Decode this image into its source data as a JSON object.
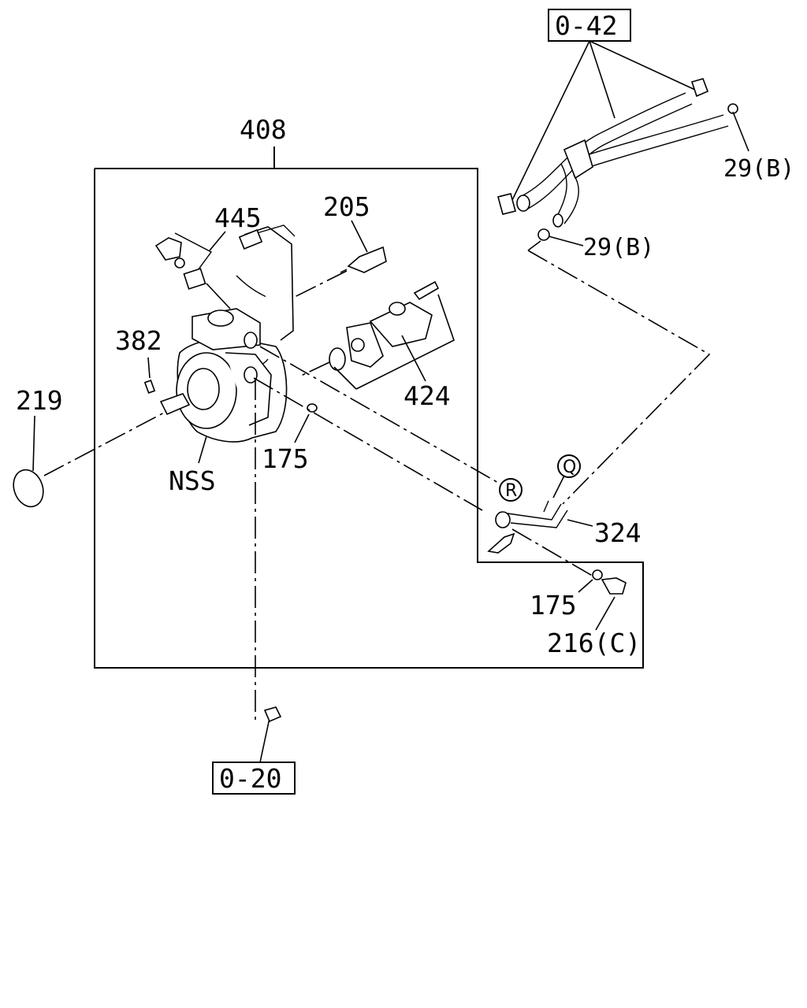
{
  "labels": {
    "ref_top": "0-42",
    "ref_bottom": "0-20",
    "assembly": "408",
    "p445": "445",
    "p205": "205",
    "p382": "382",
    "p219": "219",
    "p424": "424",
    "p175_a": "175",
    "nss": "NSS",
    "p29b_a": "29(B)",
    "p29b_b": "29(B)",
    "p324": "324",
    "p175_b": "175",
    "p216c": "216(C)",
    "circle_q": "Q",
    "circle_r": "R"
  }
}
